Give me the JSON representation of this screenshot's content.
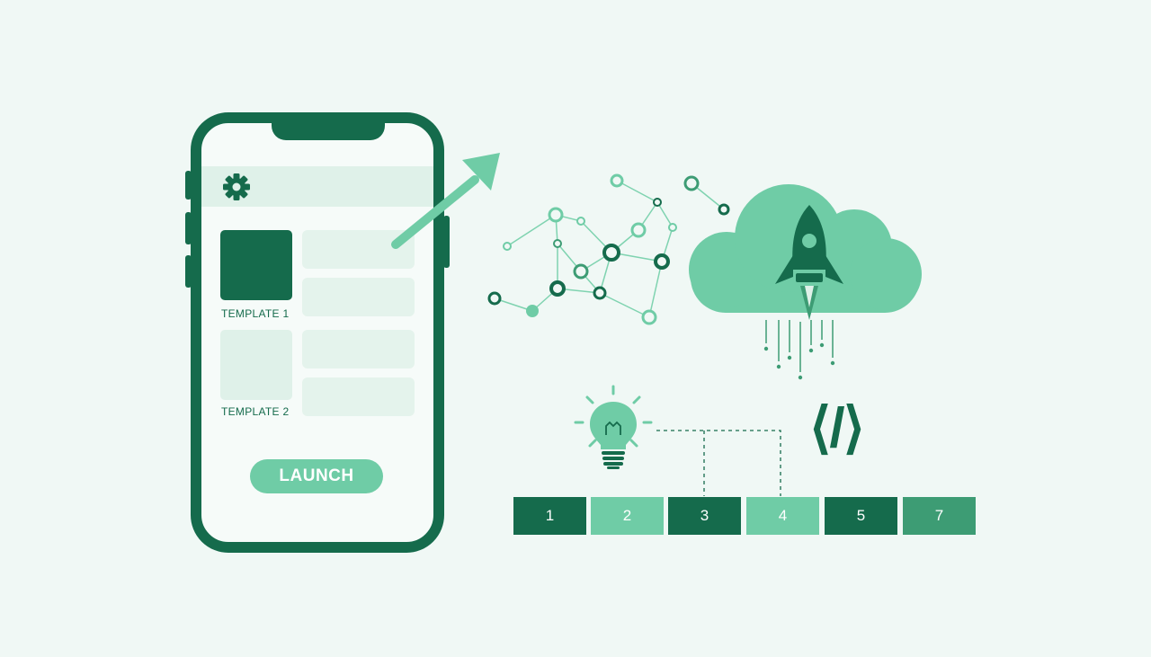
{
  "phone": {
    "templates": [
      {
        "label": "TEMPLATE 1"
      },
      {
        "label": "TEMPLATE 2"
      }
    ],
    "launch_label": "LAUNCH"
  },
  "icons": [
    "gear-icon",
    "arrow-up-right-icon",
    "network-graph-icon",
    "cloud-icon",
    "rocket-icon",
    "lightbulb-icon",
    "code-icon"
  ],
  "code_icon_text": "⟨/⟩",
  "steps": [
    {
      "label": "1",
      "color": "#156b4c"
    },
    {
      "label": "2",
      "color": "#6fcca6"
    },
    {
      "label": "3",
      "color": "#156b4c"
    },
    {
      "label": "4",
      "color": "#6fcca6"
    },
    {
      "label": "5",
      "color": "#156b4c"
    },
    {
      "label": "7",
      "color": "#3d9c74"
    }
  ],
  "colors": {
    "background": "#f0f8f5",
    "dark_green": "#156b4c",
    "mid_green": "#3d9c74",
    "light_green": "#6fcca6",
    "pale_green": "#dff1e9"
  }
}
